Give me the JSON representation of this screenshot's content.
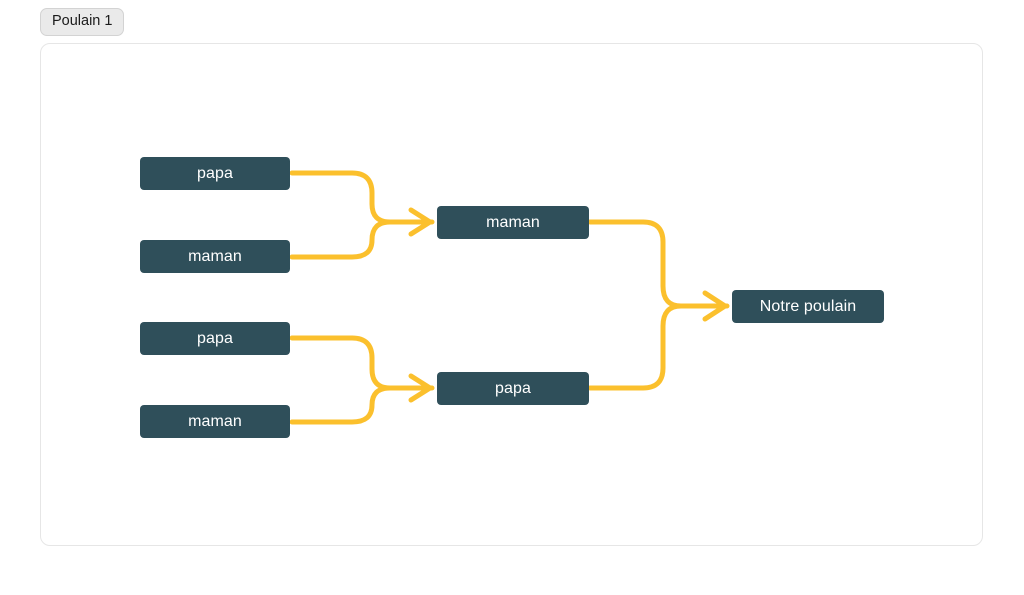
{
  "tabs": [
    {
      "label": "Poulain 1"
    }
  ],
  "colors": {
    "node_bg": "#2f4f5a",
    "node_text": "#ffffff",
    "edge": "#fbc02d",
    "card_border": "#e6e6e6",
    "tab_bg": "#eaeaea",
    "page_bg": "#ffffff"
  },
  "pedigree": {
    "title": "Poulain 1",
    "generations": 3,
    "nodes": {
      "gp_sire_top": {
        "label": "papa"
      },
      "gp_dam_top": {
        "label": "maman"
      },
      "gp_sire_bottom": {
        "label": "papa"
      },
      "gp_dam_bottom": {
        "label": "maman"
      },
      "parent_dam": {
        "label": "maman"
      },
      "parent_sire": {
        "label": "papa"
      },
      "foal": {
        "label": "Notre poulain"
      }
    },
    "edges": [
      {
        "from": "gp_sire_top",
        "to": "parent_dam"
      },
      {
        "from": "gp_dam_top",
        "to": "parent_dam"
      },
      {
        "from": "gp_sire_bottom",
        "to": "parent_sire"
      },
      {
        "from": "gp_dam_bottom",
        "to": "parent_sire"
      },
      {
        "from": "parent_dam",
        "to": "foal"
      },
      {
        "from": "parent_sire",
        "to": "foal"
      }
    ]
  }
}
